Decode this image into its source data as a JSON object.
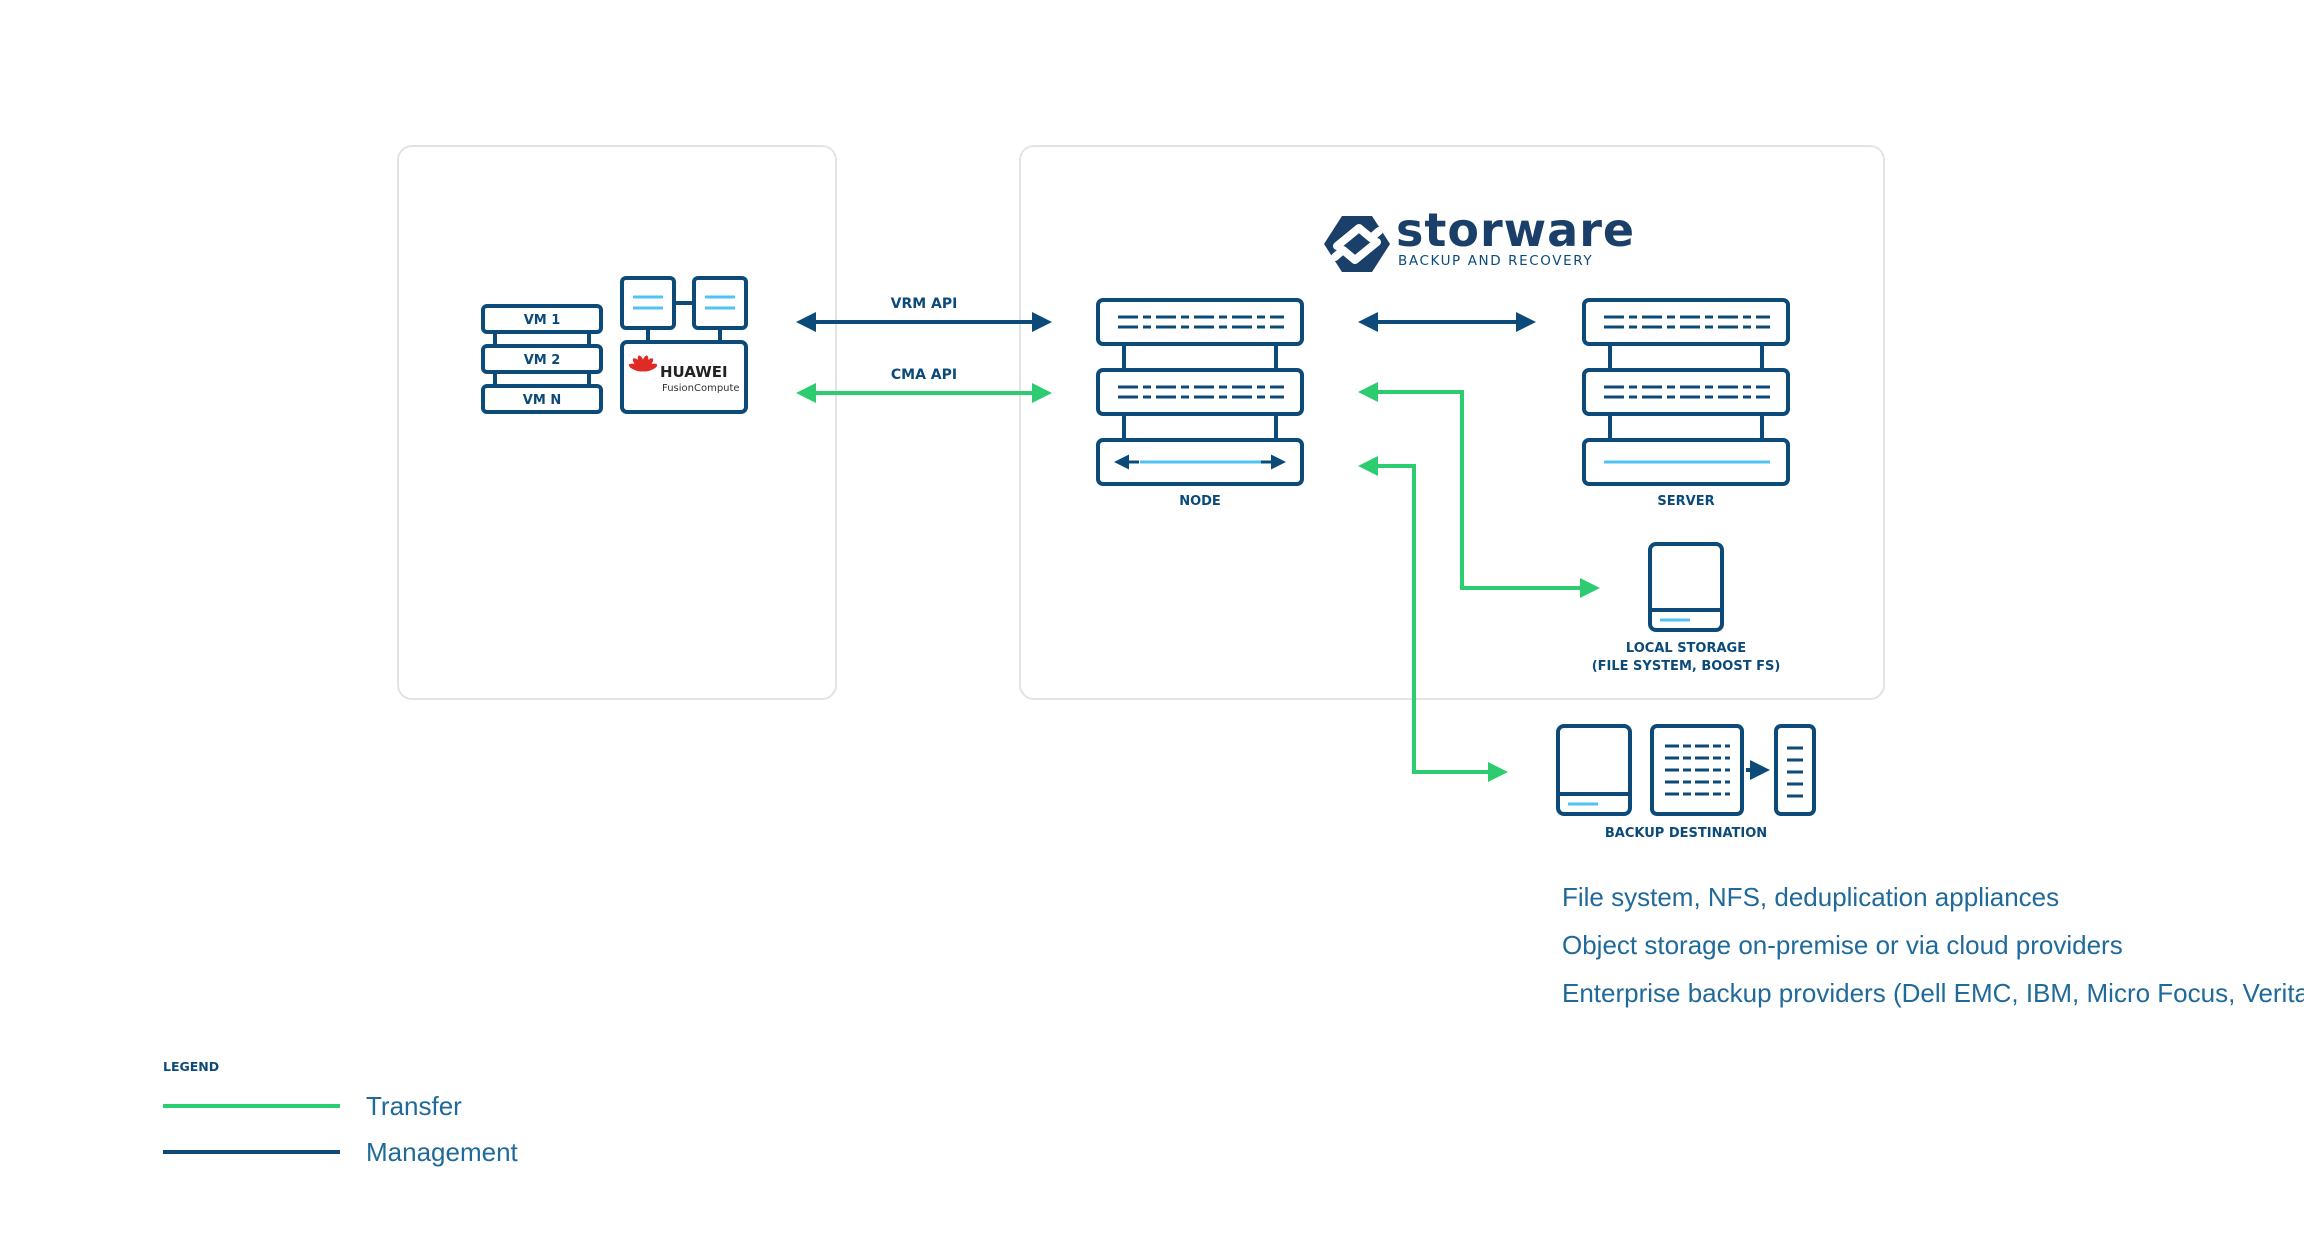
{
  "colors": {
    "management": "#0c4a7a",
    "transfer": "#2ecc71",
    "panel_border": "#e3e3e3",
    "accent": "#4fc3f7",
    "huawei_red": "#e02a26"
  },
  "brand": {
    "name": "storware",
    "subtitle": "BACKUP AND RECOVERY"
  },
  "hypervisor": {
    "vms": [
      "VM 1",
      "VM 2",
      "VM N"
    ],
    "vendor_name": "HUAWEI",
    "vendor_product": "FusionCompute"
  },
  "connections": {
    "vrm": "VRM API",
    "cma": "CMA API"
  },
  "components": {
    "node": "NODE",
    "server": "SERVER",
    "local_storage_line1": "LOCAL STORAGE",
    "local_storage_line2": "(FILE SYSTEM, BOOST FS)",
    "backup_destination": "BACKUP DESTINATION"
  },
  "backup_targets": [
    "File system, NFS, deduplication appliances",
    "Object storage on-premise or via cloud providers",
    "Enterprise backup providers (Dell EMC, IBM, Micro Focus, Veritas)"
  ],
  "legend": {
    "title": "LEGEND",
    "items": [
      {
        "label": "Transfer",
        "type": "transfer"
      },
      {
        "label": "Management",
        "type": "management"
      }
    ]
  }
}
